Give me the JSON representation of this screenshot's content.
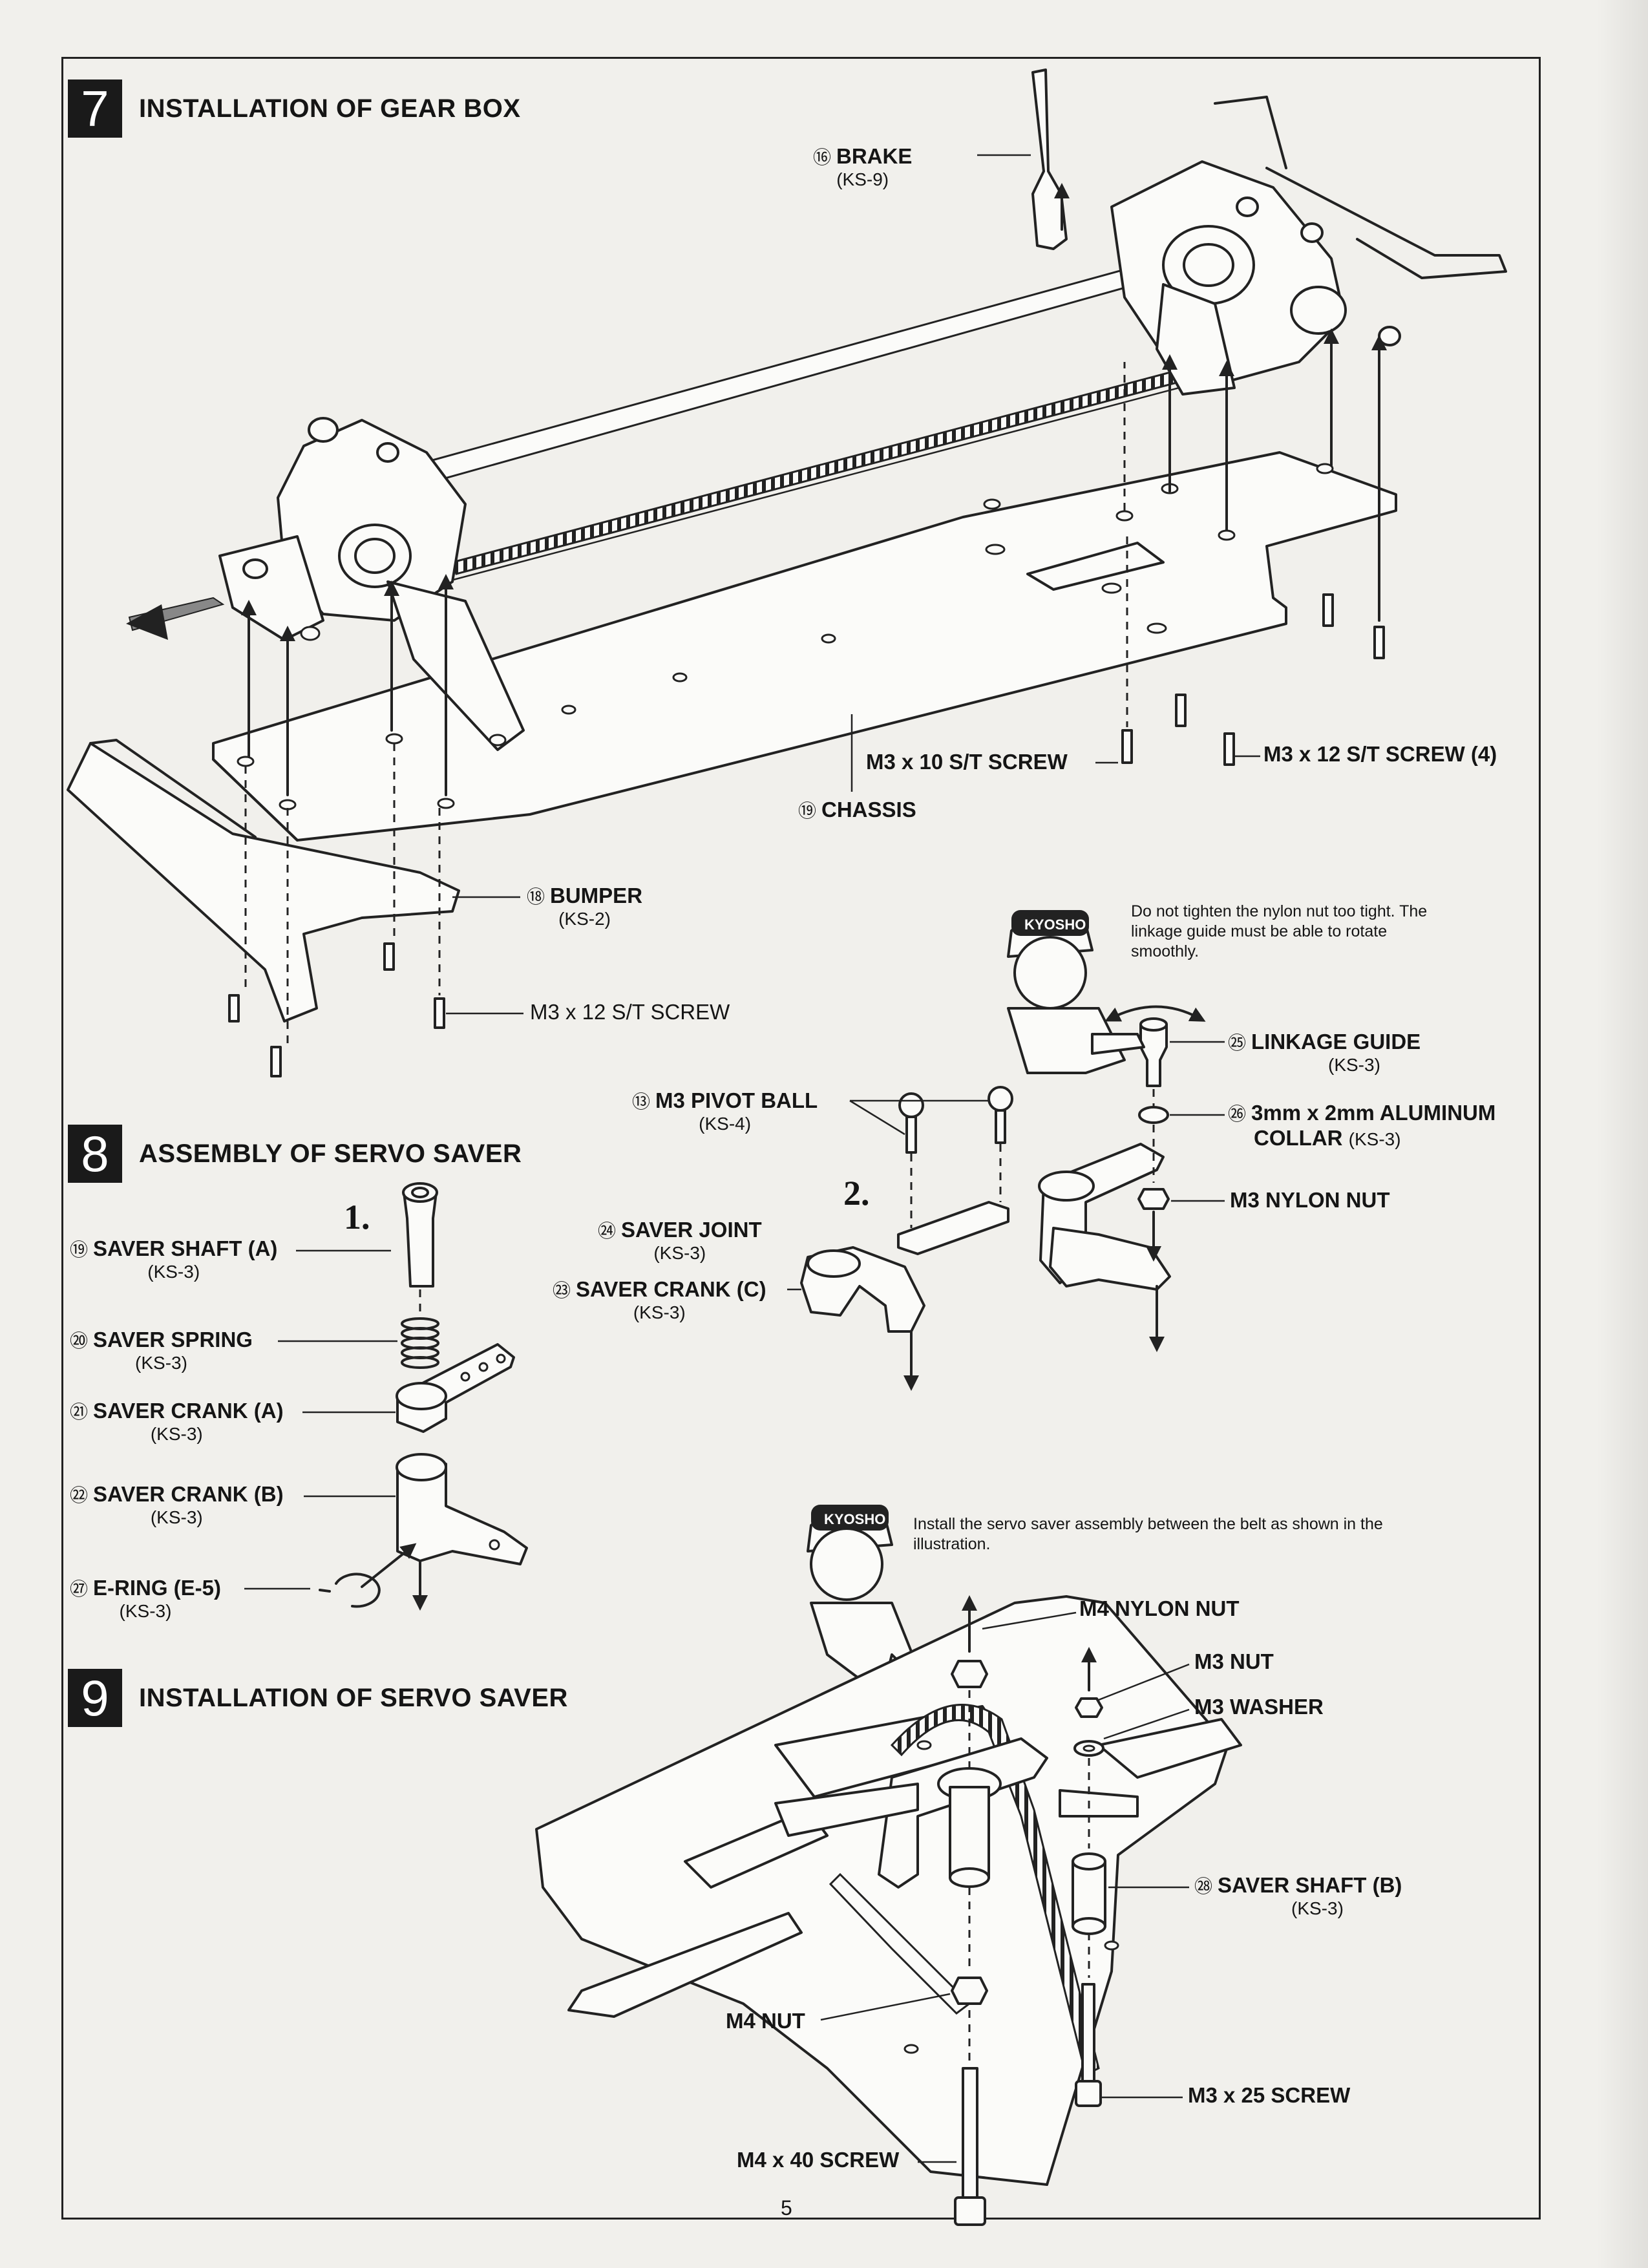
{
  "page_number": "5",
  "section7": {
    "number": "7",
    "title": "INSTALLATION OF GEAR BOX",
    "brake": {
      "num": "⑯",
      "name": "BRAKE",
      "code": "(KS-9)"
    },
    "screw_a": "M3 x 10 S/T SCREW",
    "screw_b": "M3 x 12 S/T SCREW (4)",
    "chassis": {
      "num": "⑲",
      "name": "CHASSIS"
    },
    "bumper": {
      "num": "⑱",
      "name": "BUMPER",
      "code": "(KS-2)"
    },
    "screw_c": "M3 x 12 S/T SCREW"
  },
  "section8": {
    "number": "8",
    "title": "ASSEMBLY OF SERVO SAVER",
    "step1": "1.",
    "step2": "2.",
    "saver_shaft_a": {
      "num": "⑲",
      "name": "SAVER SHAFT (A)",
      "code": "(KS-3)"
    },
    "saver_spring": {
      "num": "⑳",
      "name": "SAVER SPRING",
      "code": "(KS-3)"
    },
    "saver_crank_a": {
      "num": "㉑",
      "name": "SAVER CRANK (A)",
      "code": "(KS-3)"
    },
    "saver_crank_b": {
      "num": "㉒",
      "name": "SAVER CRANK (B)",
      "code": "(KS-3)"
    },
    "e_ring": {
      "num": "㉗",
      "name": "E-RING (E-5)",
      "code": "(KS-3)"
    },
    "pivot_ball": {
      "num": "⑬",
      "name": "M3 PIVOT BALL",
      "code": "(KS-4)"
    },
    "saver_joint": {
      "num": "㉔",
      "name": "SAVER JOINT",
      "code": "(KS-3)"
    },
    "saver_crank_c": {
      "num": "㉓",
      "name": "SAVER CRANK (C)",
      "code": "(KS-3)"
    },
    "note": "Do not tighten the nylon nut too tight. The linkage guide must be able to rotate smoothly.",
    "linkage_guide": {
      "num": "㉕",
      "name": "LINKAGE GUIDE",
      "code": "(KS-3)"
    },
    "collar": {
      "num": "㉖",
      "name": "3mm x 2mm ALUMINUM",
      "name2": "COLLAR",
      "code": "(KS-3)"
    },
    "nylon_nut": "M3 NYLON NUT"
  },
  "section9": {
    "number": "9",
    "title": "INSTALLATION OF SERVO SAVER",
    "note": "Install the servo saver assembly between the belt as shown in the illustration.",
    "m4_nylon_nut": "M4 NYLON NUT",
    "m3_nut": "M3 NUT",
    "m3_washer": "M3 WASHER",
    "saver_shaft_b": {
      "num": "㉘",
      "name": "SAVER SHAFT (B)",
      "code": "(KS-3)"
    },
    "m4_nut": "M4 NUT",
    "m3x25": "M3 x 25 SCREW",
    "m4x40": "M4 x 40 SCREW"
  },
  "mascot_cap_text": "KYOSHO"
}
